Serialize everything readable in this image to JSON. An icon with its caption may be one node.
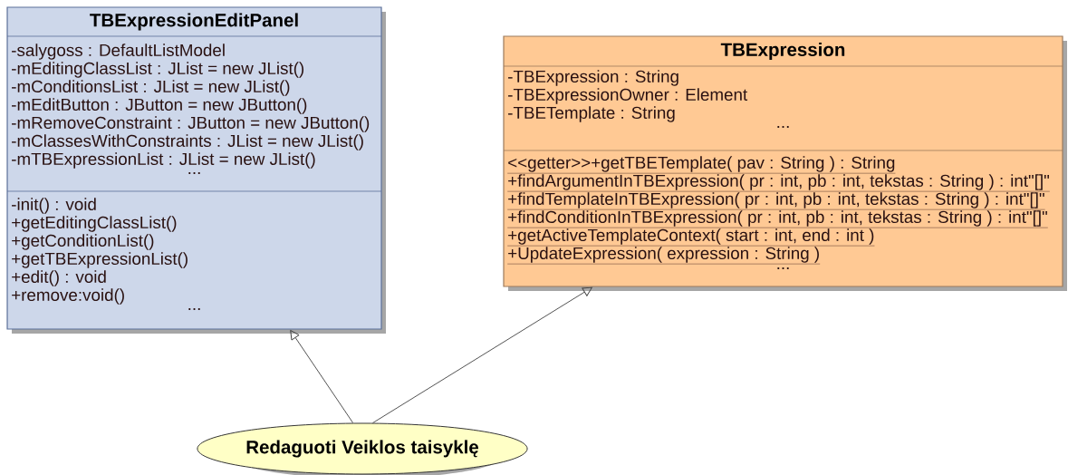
{
  "diagram": {
    "nodes": [
      {
        "text": [
          "TBExpressionEditPanel",
          "-salygoss : DefaultListModel",
          "-mEditingClassList : JList = new JList()",
          "-mConditionsList : JList = new JList()",
          "-mEditButton : JButton = new JButton()",
          "-mRemoveConstraint : JButton = new JButton()",
          "-mClassesWithConstraints : JList = new JList()",
          "-mTBExpressionList : JList = new JList()",
          "...",
          "-init() : void",
          "+getEditingClassList()",
          "+getConditionList()",
          "+getTBExpressionList()",
          "+edit() : void",
          "+remove:void()",
          "..."
        ]
      },
      {
        "text": [
          "TBExpression",
          "-TBExpression : String",
          "-TBExpressionOwner : Element",
          "-TBETemplate : String",
          "...",
          "<<getter>>+getTBETemplate( pav : String ) : String",
          "+findArgumentInTBExpression( pr : int, pb : int, tekstas : String ) : int\"[]\"",
          "+findTemplateInTBExpression( pr : int, pb : int, tekstas : String ) : int\"[]\"",
          "+findConditionInTBExpression( pr : int, pb : int, tekstas : String ) : int\"[]\"",
          "+getActiveTemplateContext( start : int, end : int )",
          "+UpdateExpression( expression : String )",
          "..."
        ]
      },
      {
        "text": [
          "Redaguoti Veiklos taisyklę"
        ]
      }
    ],
    "edges": [
      {
        "from": 2,
        "to": 0,
        "arrow": "to"
      },
      {
        "from": 2,
        "to": 1,
        "arrow": "to"
      }
    ]
  }
}
